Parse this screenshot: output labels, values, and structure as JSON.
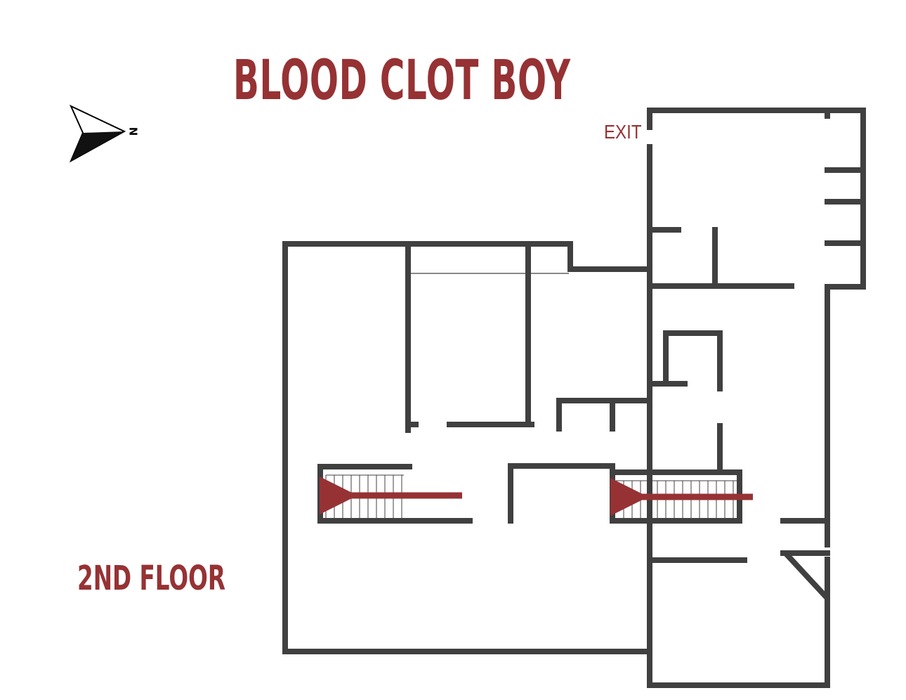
{
  "title": "BLOOD CLOT BOY",
  "floor_label": "2ND FLOOR",
  "exit_label": "EXIT",
  "compass": {
    "label": "N",
    "icon": "north-arrow-icon"
  },
  "colors": {
    "accent": "#963234",
    "wall": "#404040"
  },
  "icons": {
    "stairs_arrow": "arrow-left-icon"
  }
}
